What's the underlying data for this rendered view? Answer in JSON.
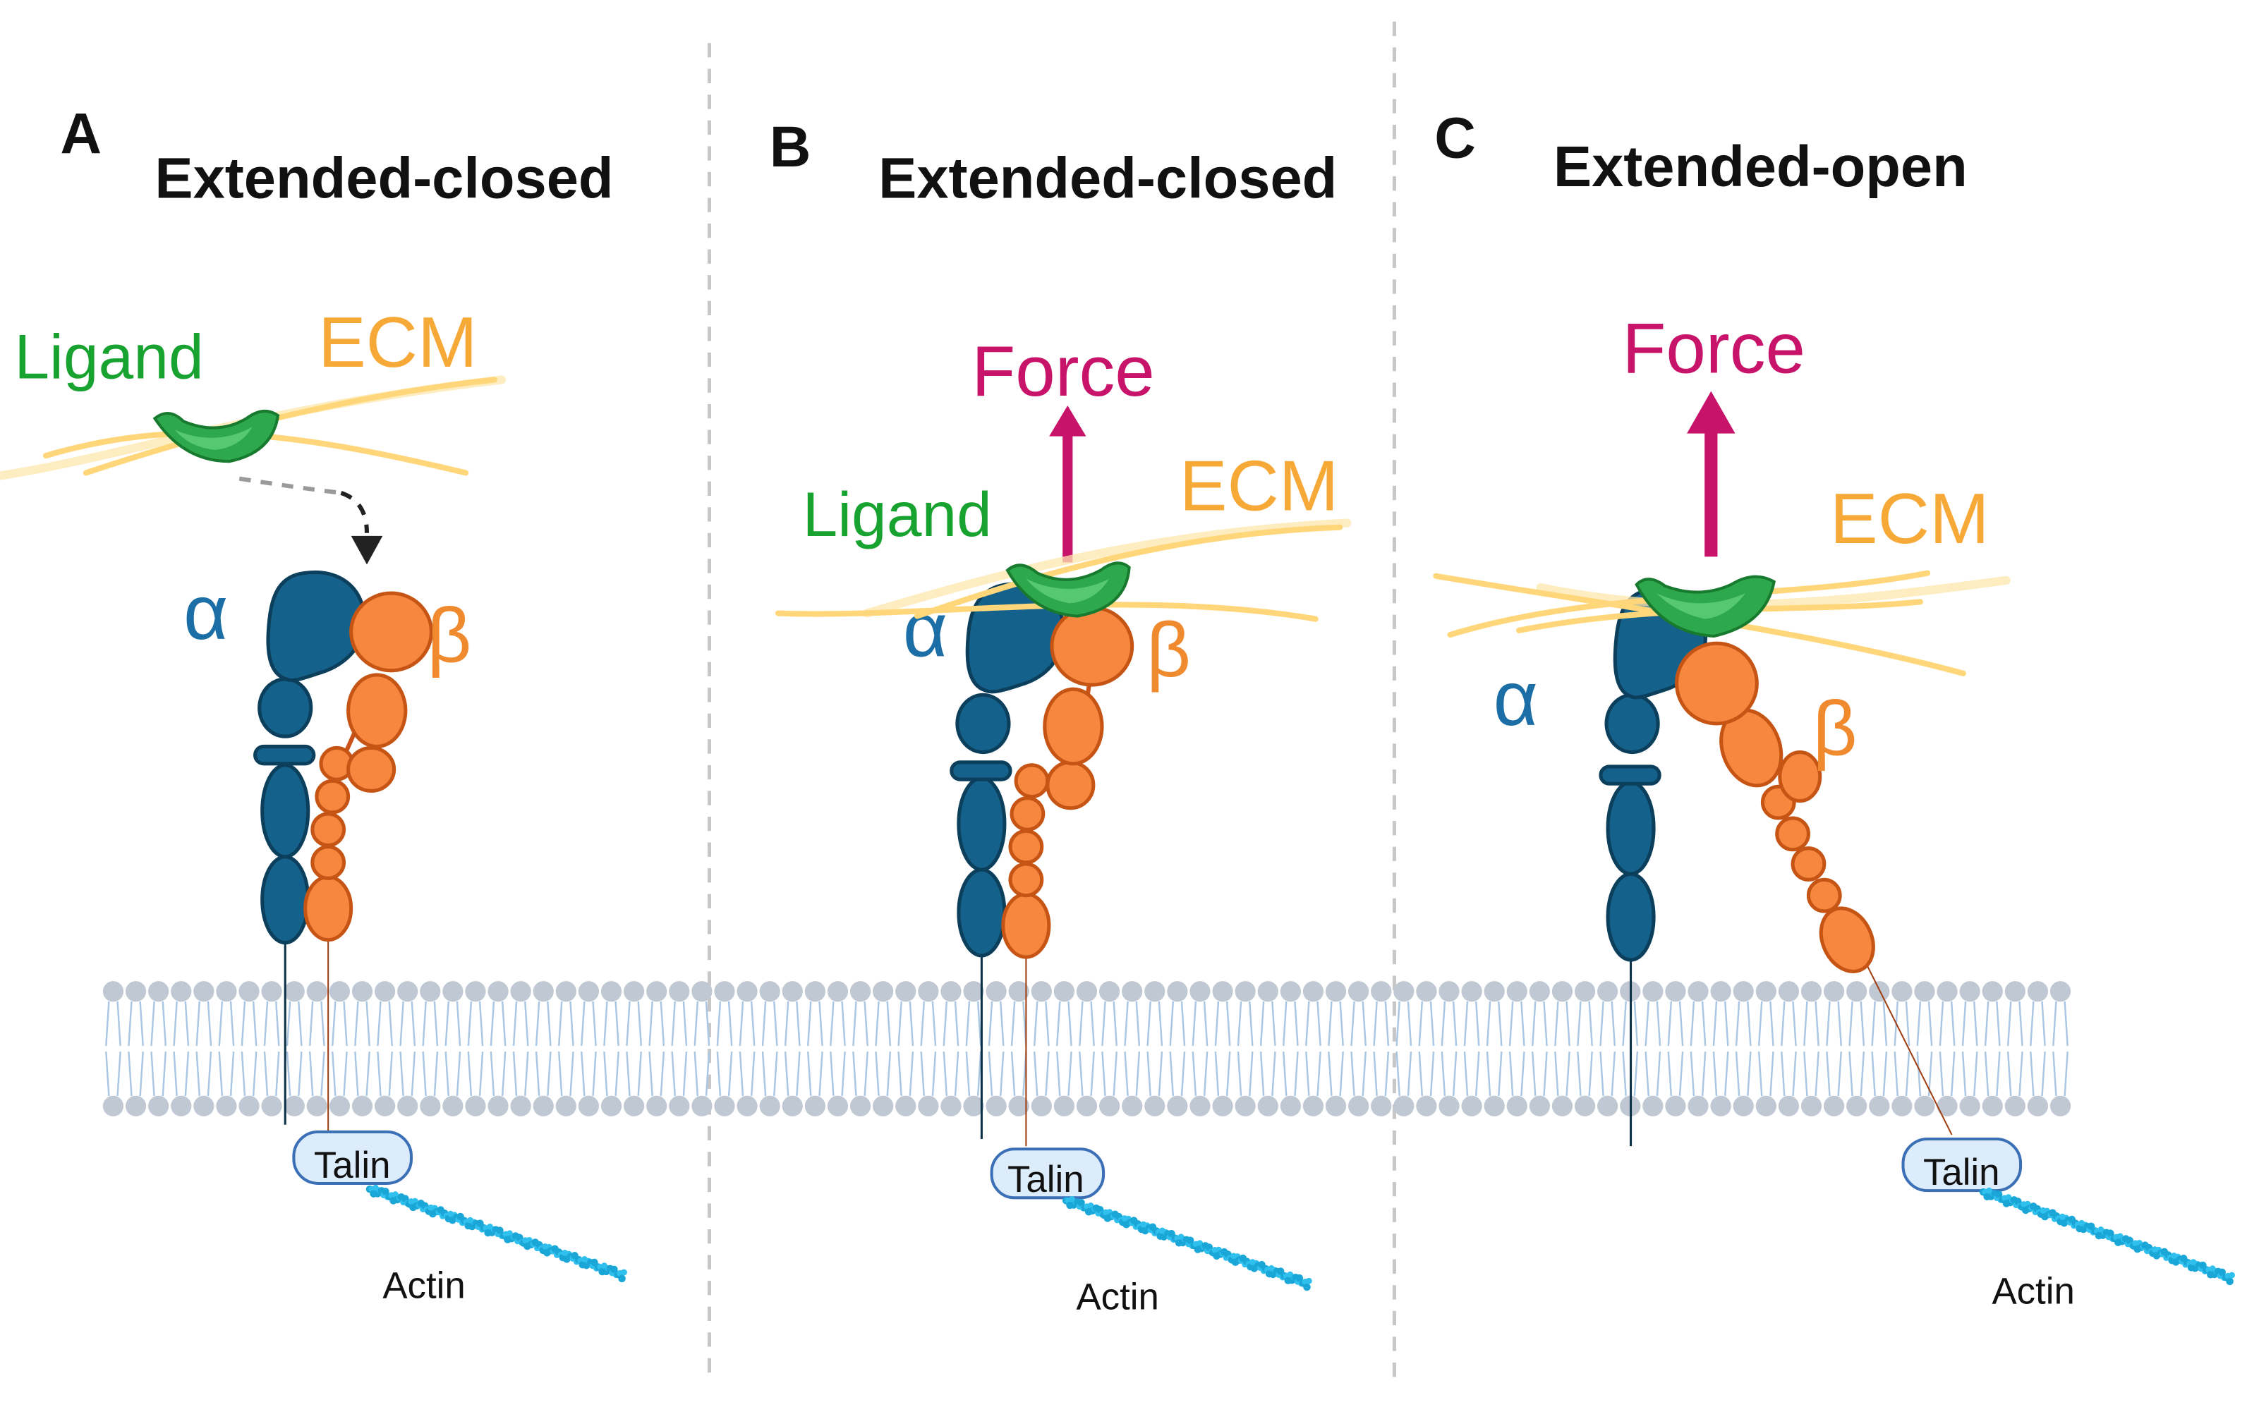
{
  "panels": [
    {
      "letter": "A",
      "title": "Extended-closed",
      "ligand_label": "Ligand",
      "ecm_label": "ECM",
      "alpha_label": "α",
      "beta_label": "β",
      "talin_label": "Talin",
      "actin_label": "Actin"
    },
    {
      "letter": "B",
      "title": "Extended-closed",
      "force_label": "Force",
      "ligand_label": "Ligand",
      "ecm_label": "ECM",
      "alpha_label": "α",
      "beta_label": "β",
      "talin_label": "Talin",
      "actin_label": "Actin"
    },
    {
      "letter": "C",
      "title": "Extended-open",
      "force_label": "Force",
      "ecm_label": "ECM",
      "alpha_label": "α",
      "beta_label": "β",
      "talin_label": "Talin",
      "actin_label": "Actin"
    }
  ],
  "colors": {
    "alpha_subunit": "#14628c",
    "beta_subunit": "#f5883e",
    "ligand": "#2ea84c",
    "ecm": "#f7a938",
    "force": "#c8136a",
    "actin": "#1aa7d8",
    "membrane_heads": "#c0c9d3",
    "talin": "#dcecfb"
  }
}
